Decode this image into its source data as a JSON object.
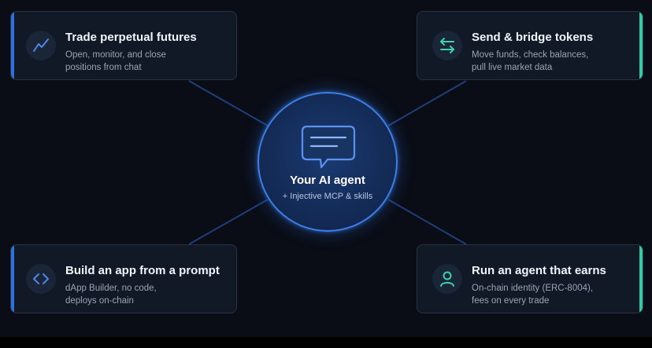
{
  "colors": {
    "background": "#0a0d16",
    "card_bg": "#111826",
    "card_border": "#2a3242",
    "blue_accent": "#2f6fe0",
    "teal_accent": "#36c9a3",
    "connector": "#1f3f7a"
  },
  "hub": {
    "icon": "chat-bubble-icon",
    "title": "Your AI agent",
    "subtitle": "+ Injective MCP & skills"
  },
  "cards": {
    "trade": {
      "icon": "trend-line-icon",
      "title": "Trade perpetual futures",
      "desc_line1": "Open, monitor, and close",
      "desc_line2": "positions from chat"
    },
    "send": {
      "icon": "swap-arrows-icon",
      "title": "Send & bridge tokens",
      "desc_line1": "Move funds, check balances,",
      "desc_line2": "pull live market data"
    },
    "build": {
      "icon": "code-brackets-icon",
      "title": "Build an app from a prompt",
      "desc_line1": "dApp Builder, no code,",
      "desc_line2": "deploys on-chain"
    },
    "run": {
      "icon": "user-icon",
      "title": "Run an agent that earns",
      "desc_line1": "On-chain identity (ERC-8004),",
      "desc_line2": "fees on every trade"
    }
  }
}
